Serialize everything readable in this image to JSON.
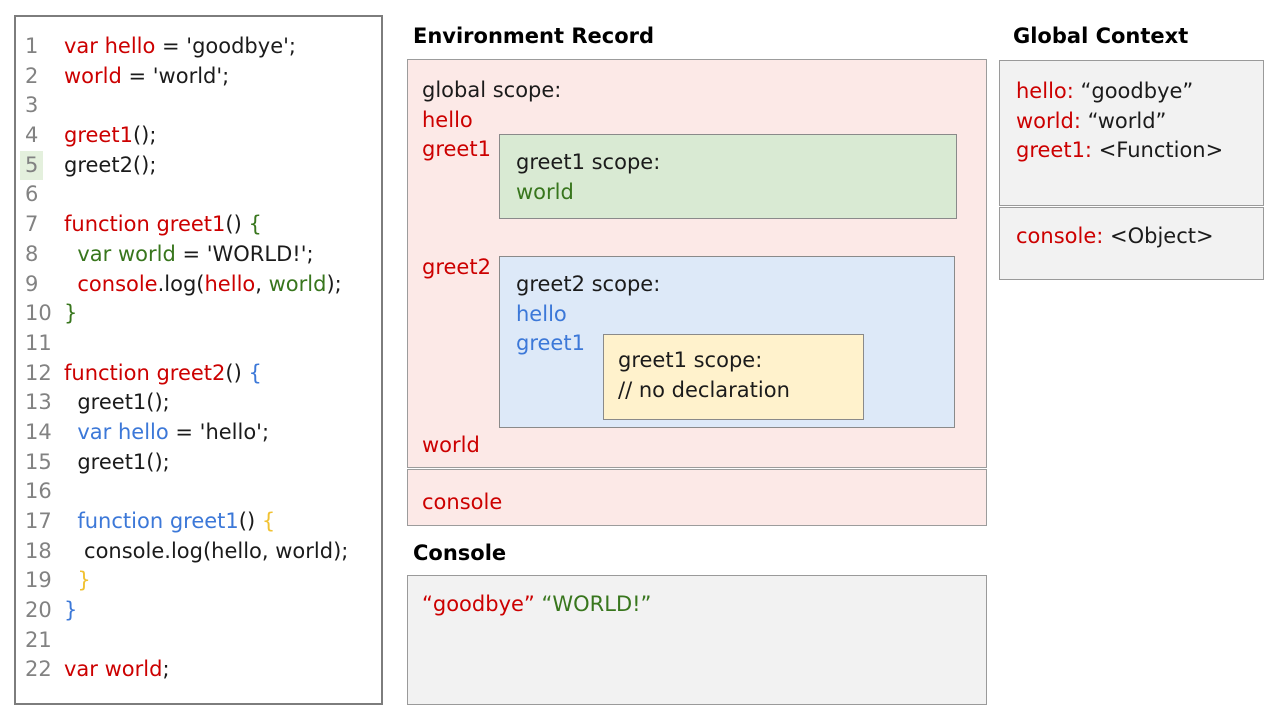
{
  "palette": {
    "red": "#cc0000",
    "green": "#38761d",
    "blue": "#3c78d8",
    "yellow": "#f1c232",
    "gray": "#828282",
    "pink_bg": "#fce9e7",
    "green_bg": "#d9ead3",
    "blue_bg": "#dde9f8",
    "yellow_bg": "#fff2cc",
    "gray_bg": "#f2f2f2",
    "line_highlight": "#e4f0dd"
  },
  "code": {
    "lines": [
      {
        "num": "1",
        "segments": [
          {
            "t": "var hello",
            "c": "red"
          },
          {
            "t": " = 'goodbye';",
            "c": "black"
          }
        ]
      },
      {
        "num": "2",
        "segments": [
          {
            "t": "world",
            "c": "red"
          },
          {
            "t": " = 'world';",
            "c": "black"
          }
        ]
      },
      {
        "num": "3",
        "segments": []
      },
      {
        "num": "4",
        "segments": [
          {
            "t": "greet1",
            "c": "red"
          },
          {
            "t": "();",
            "c": "black"
          }
        ]
      },
      {
        "num": "5",
        "hl": true,
        "segments": [
          {
            "t": "greet2();",
            "c": "black"
          }
        ]
      },
      {
        "num": "6",
        "segments": []
      },
      {
        "num": "7",
        "segments": [
          {
            "t": "function greet1",
            "c": "red"
          },
          {
            "t": "() ",
            "c": "black"
          },
          {
            "t": "{",
            "c": "green"
          }
        ]
      },
      {
        "num": "8",
        "segments": [
          {
            "t": "  ",
            "c": "black"
          },
          {
            "t": "var world",
            "c": "green"
          },
          {
            "t": " = 'WORLD!';",
            "c": "black"
          }
        ]
      },
      {
        "num": "9",
        "segments": [
          {
            "t": "  ",
            "c": "black"
          },
          {
            "t": "console",
            "c": "red"
          },
          {
            "t": ".log(",
            "c": "black"
          },
          {
            "t": "hello",
            "c": "red"
          },
          {
            "t": ", ",
            "c": "black"
          },
          {
            "t": "world",
            "c": "green"
          },
          {
            "t": ");",
            "c": "black"
          }
        ]
      },
      {
        "num": "10",
        "segments": [
          {
            "t": "}",
            "c": "green"
          }
        ]
      },
      {
        "num": "11",
        "segments": []
      },
      {
        "num": "12",
        "segments": [
          {
            "t": "function greet2",
            "c": "red"
          },
          {
            "t": "() ",
            "c": "black"
          },
          {
            "t": "{",
            "c": "blue"
          }
        ]
      },
      {
        "num": "13",
        "segments": [
          {
            "t": "  greet1();",
            "c": "black"
          }
        ]
      },
      {
        "num": "14",
        "segments": [
          {
            "t": "  ",
            "c": "black"
          },
          {
            "t": "var hello",
            "c": "blue"
          },
          {
            "t": " = 'hello';",
            "c": "black"
          }
        ]
      },
      {
        "num": "15",
        "segments": [
          {
            "t": "  greet1();",
            "c": "black"
          }
        ]
      },
      {
        "num": "16",
        "segments": []
      },
      {
        "num": "17",
        "segments": [
          {
            "t": "  ",
            "c": "black"
          },
          {
            "t": "function greet1",
            "c": "blue"
          },
          {
            "t": "() ",
            "c": "black"
          },
          {
            "t": "{",
            "c": "yellow"
          }
        ]
      },
      {
        "num": "18",
        "segments": [
          {
            "t": "   console.log(hello, world);",
            "c": "black"
          }
        ]
      },
      {
        "num": "19",
        "segments": [
          {
            "t": "  ",
            "c": "black"
          },
          {
            "t": "}",
            "c": "yellow"
          }
        ]
      },
      {
        "num": "20",
        "segments": [
          {
            "t": "}",
            "c": "blue"
          }
        ]
      },
      {
        "num": "21",
        "segments": []
      },
      {
        "num": "22",
        "segments": [
          {
            "t": "var world",
            "c": "red"
          },
          {
            "t": ";",
            "c": "black"
          }
        ]
      }
    ]
  },
  "environment_record": {
    "title": "Environment Record",
    "global_label": "global scope:",
    "hello": "hello",
    "greet1": "greet1",
    "greet1_scope_label": "greet1 scope:",
    "greet1_scope_world": "world",
    "greet2": "greet2",
    "greet2_scope_label": "greet2 scope:",
    "greet2_scope_hello": "hello",
    "greet2_scope_greet1": "greet1",
    "inner_label": "greet1 scope:",
    "inner_comment": "// no declaration",
    "world": "world",
    "console": "console"
  },
  "console_panel": {
    "title": "Console",
    "segments": [
      {
        "t": "“goodbye”",
        "c": "red"
      },
      {
        "t": " ",
        "c": "black"
      },
      {
        "t": "“WORLD!”",
        "c": "green"
      }
    ]
  },
  "global_context": {
    "title": "Global Context",
    "hello_key": "hello:",
    "hello_val": " “goodbye”",
    "world_key": "world:",
    "world_val": " “world”",
    "greet1_key": "greet1:",
    "greet1_val": " <Function>",
    "console_key": "console:",
    "console_val": " <Object>"
  }
}
